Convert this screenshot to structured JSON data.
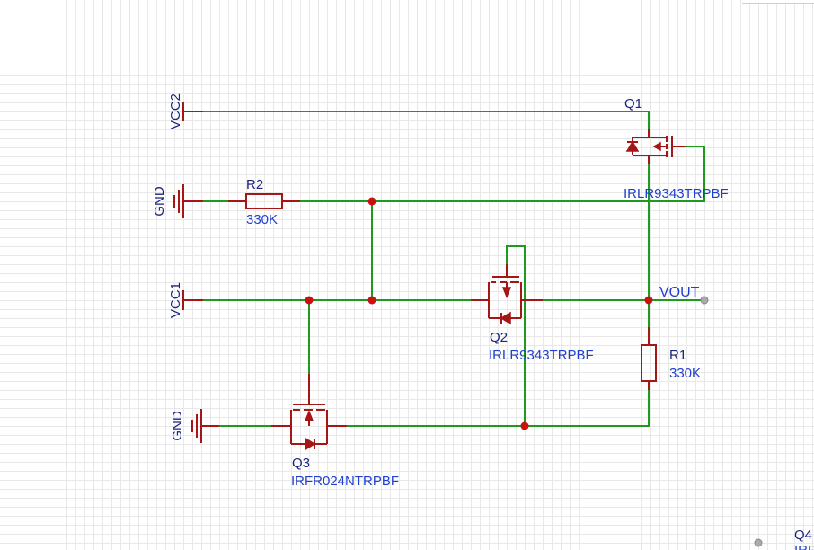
{
  "nets": {
    "vcc2": "VCC2",
    "vcc1": "VCC1",
    "gnd_top": "GND",
    "gnd_bottom": "GND",
    "vout": "VOUT"
  },
  "components": {
    "q1": {
      "designator": "Q1",
      "part": "IRLR9343TRPBF"
    },
    "q2": {
      "designator": "Q2",
      "part": "IRLR9343TRPBF"
    },
    "q3": {
      "designator": "Q3",
      "part": "IRFR024NTRPBF"
    },
    "q4": {
      "designator": "Q4",
      "part": "IRF"
    },
    "r1": {
      "designator": "R1",
      "value": "330K"
    },
    "r2": {
      "designator": "R2",
      "value": "330K"
    }
  },
  "colors": {
    "wire": "#1f9a1f",
    "symbol": "#a51616",
    "junction": "#cc1010",
    "label": "#1a237e",
    "value": "#1f3fd0",
    "grid": "#e8e8e8"
  }
}
